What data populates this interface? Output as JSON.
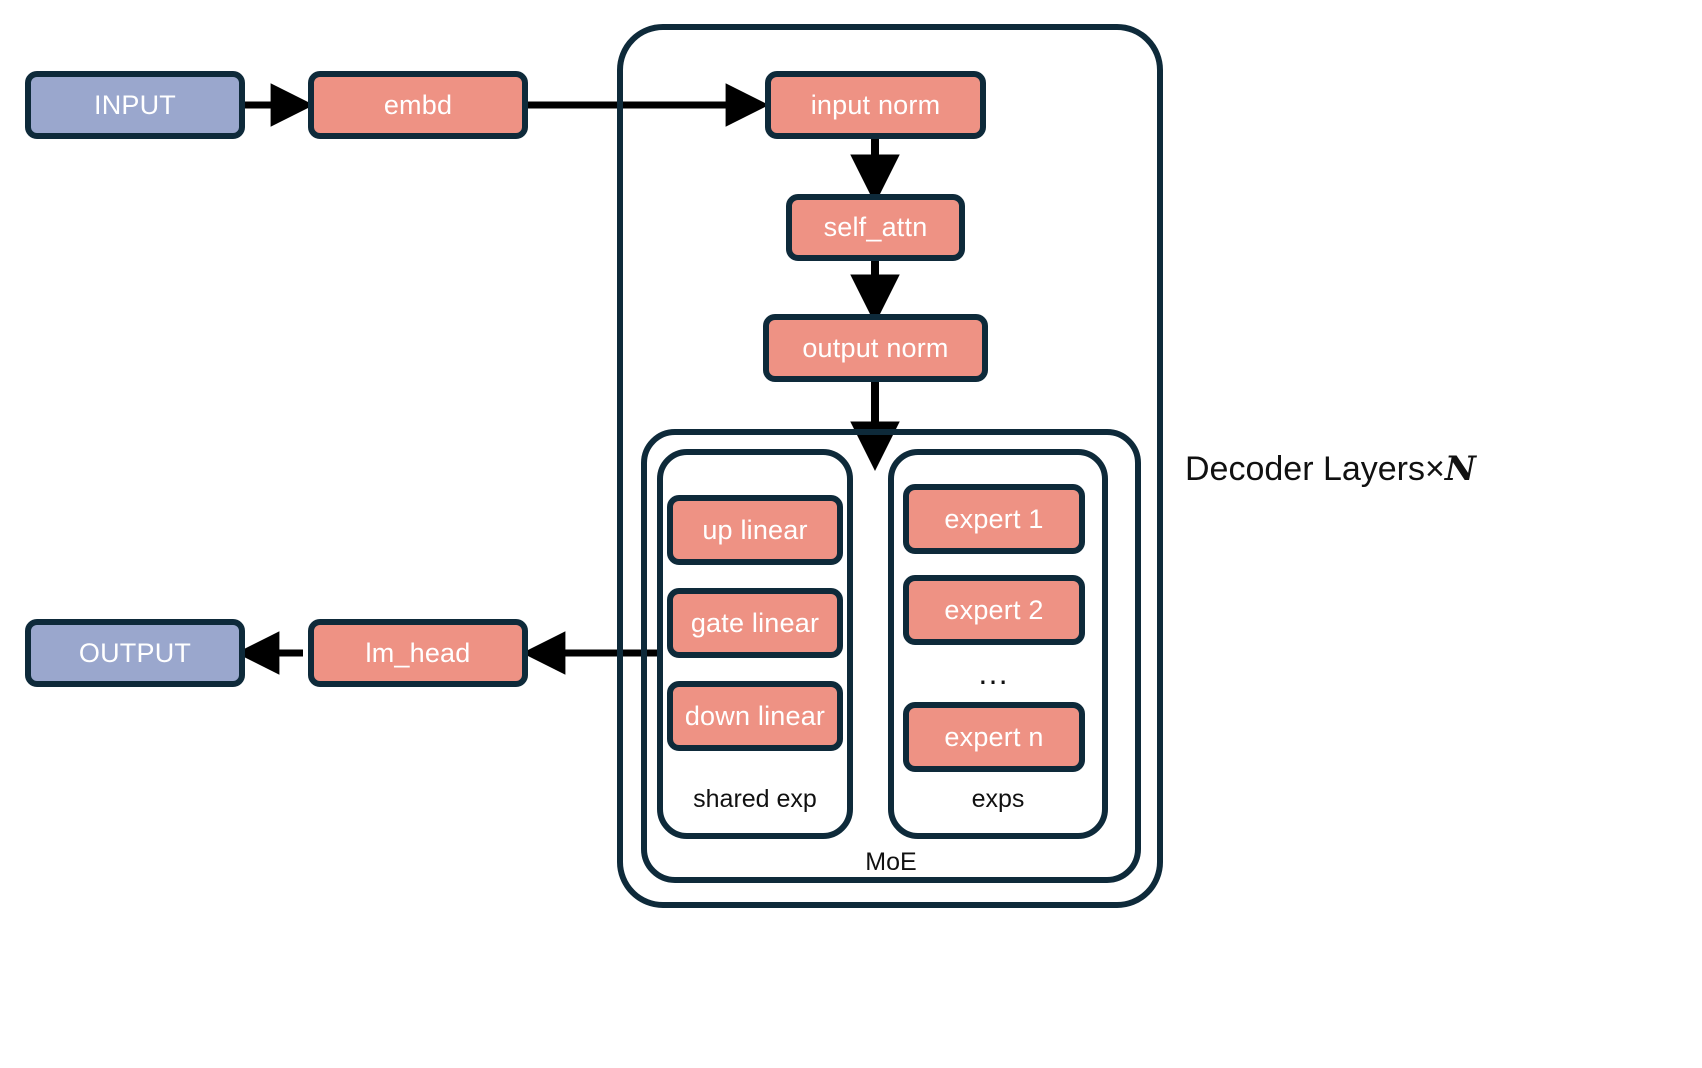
{
  "diagram": {
    "title_label": "Decoder Layers×",
    "repeat_symbol": "N",
    "colors": {
      "block_fill": "#ee9284",
      "io_fill": "#9aa7cd",
      "stroke": "#0e2a3a",
      "background": "#ffffff",
      "text_on_block": "#ffffff",
      "text_plain": "#111111"
    },
    "nodes": {
      "input": "INPUT",
      "embd": "embd",
      "input_norm": "input norm",
      "self_attn": "self_attn",
      "output_norm": "output norm",
      "lm_head": "lm_head",
      "output": "OUTPUT"
    },
    "groups": {
      "decoder": "",
      "moe": "MoE",
      "shared_exp": "shared exp",
      "exps": "exps"
    },
    "shared_expert_blocks": [
      {
        "label": "up linear"
      },
      {
        "label": "gate linear"
      },
      {
        "label": "down linear"
      }
    ],
    "experts": [
      {
        "label": "expert 1"
      },
      {
        "label": "expert 2"
      },
      {
        "label": "expert n"
      }
    ],
    "ellipsis": "…",
    "edges": [
      {
        "from": "input",
        "to": "embd"
      },
      {
        "from": "embd",
        "to": "input norm"
      },
      {
        "from": "input norm",
        "to": "self_attn"
      },
      {
        "from": "self_attn",
        "to": "output norm"
      },
      {
        "from": "output norm",
        "to": "MoE"
      },
      {
        "from": "MoE",
        "to": "lm_head"
      },
      {
        "from": "lm_head",
        "to": "output"
      }
    ]
  }
}
